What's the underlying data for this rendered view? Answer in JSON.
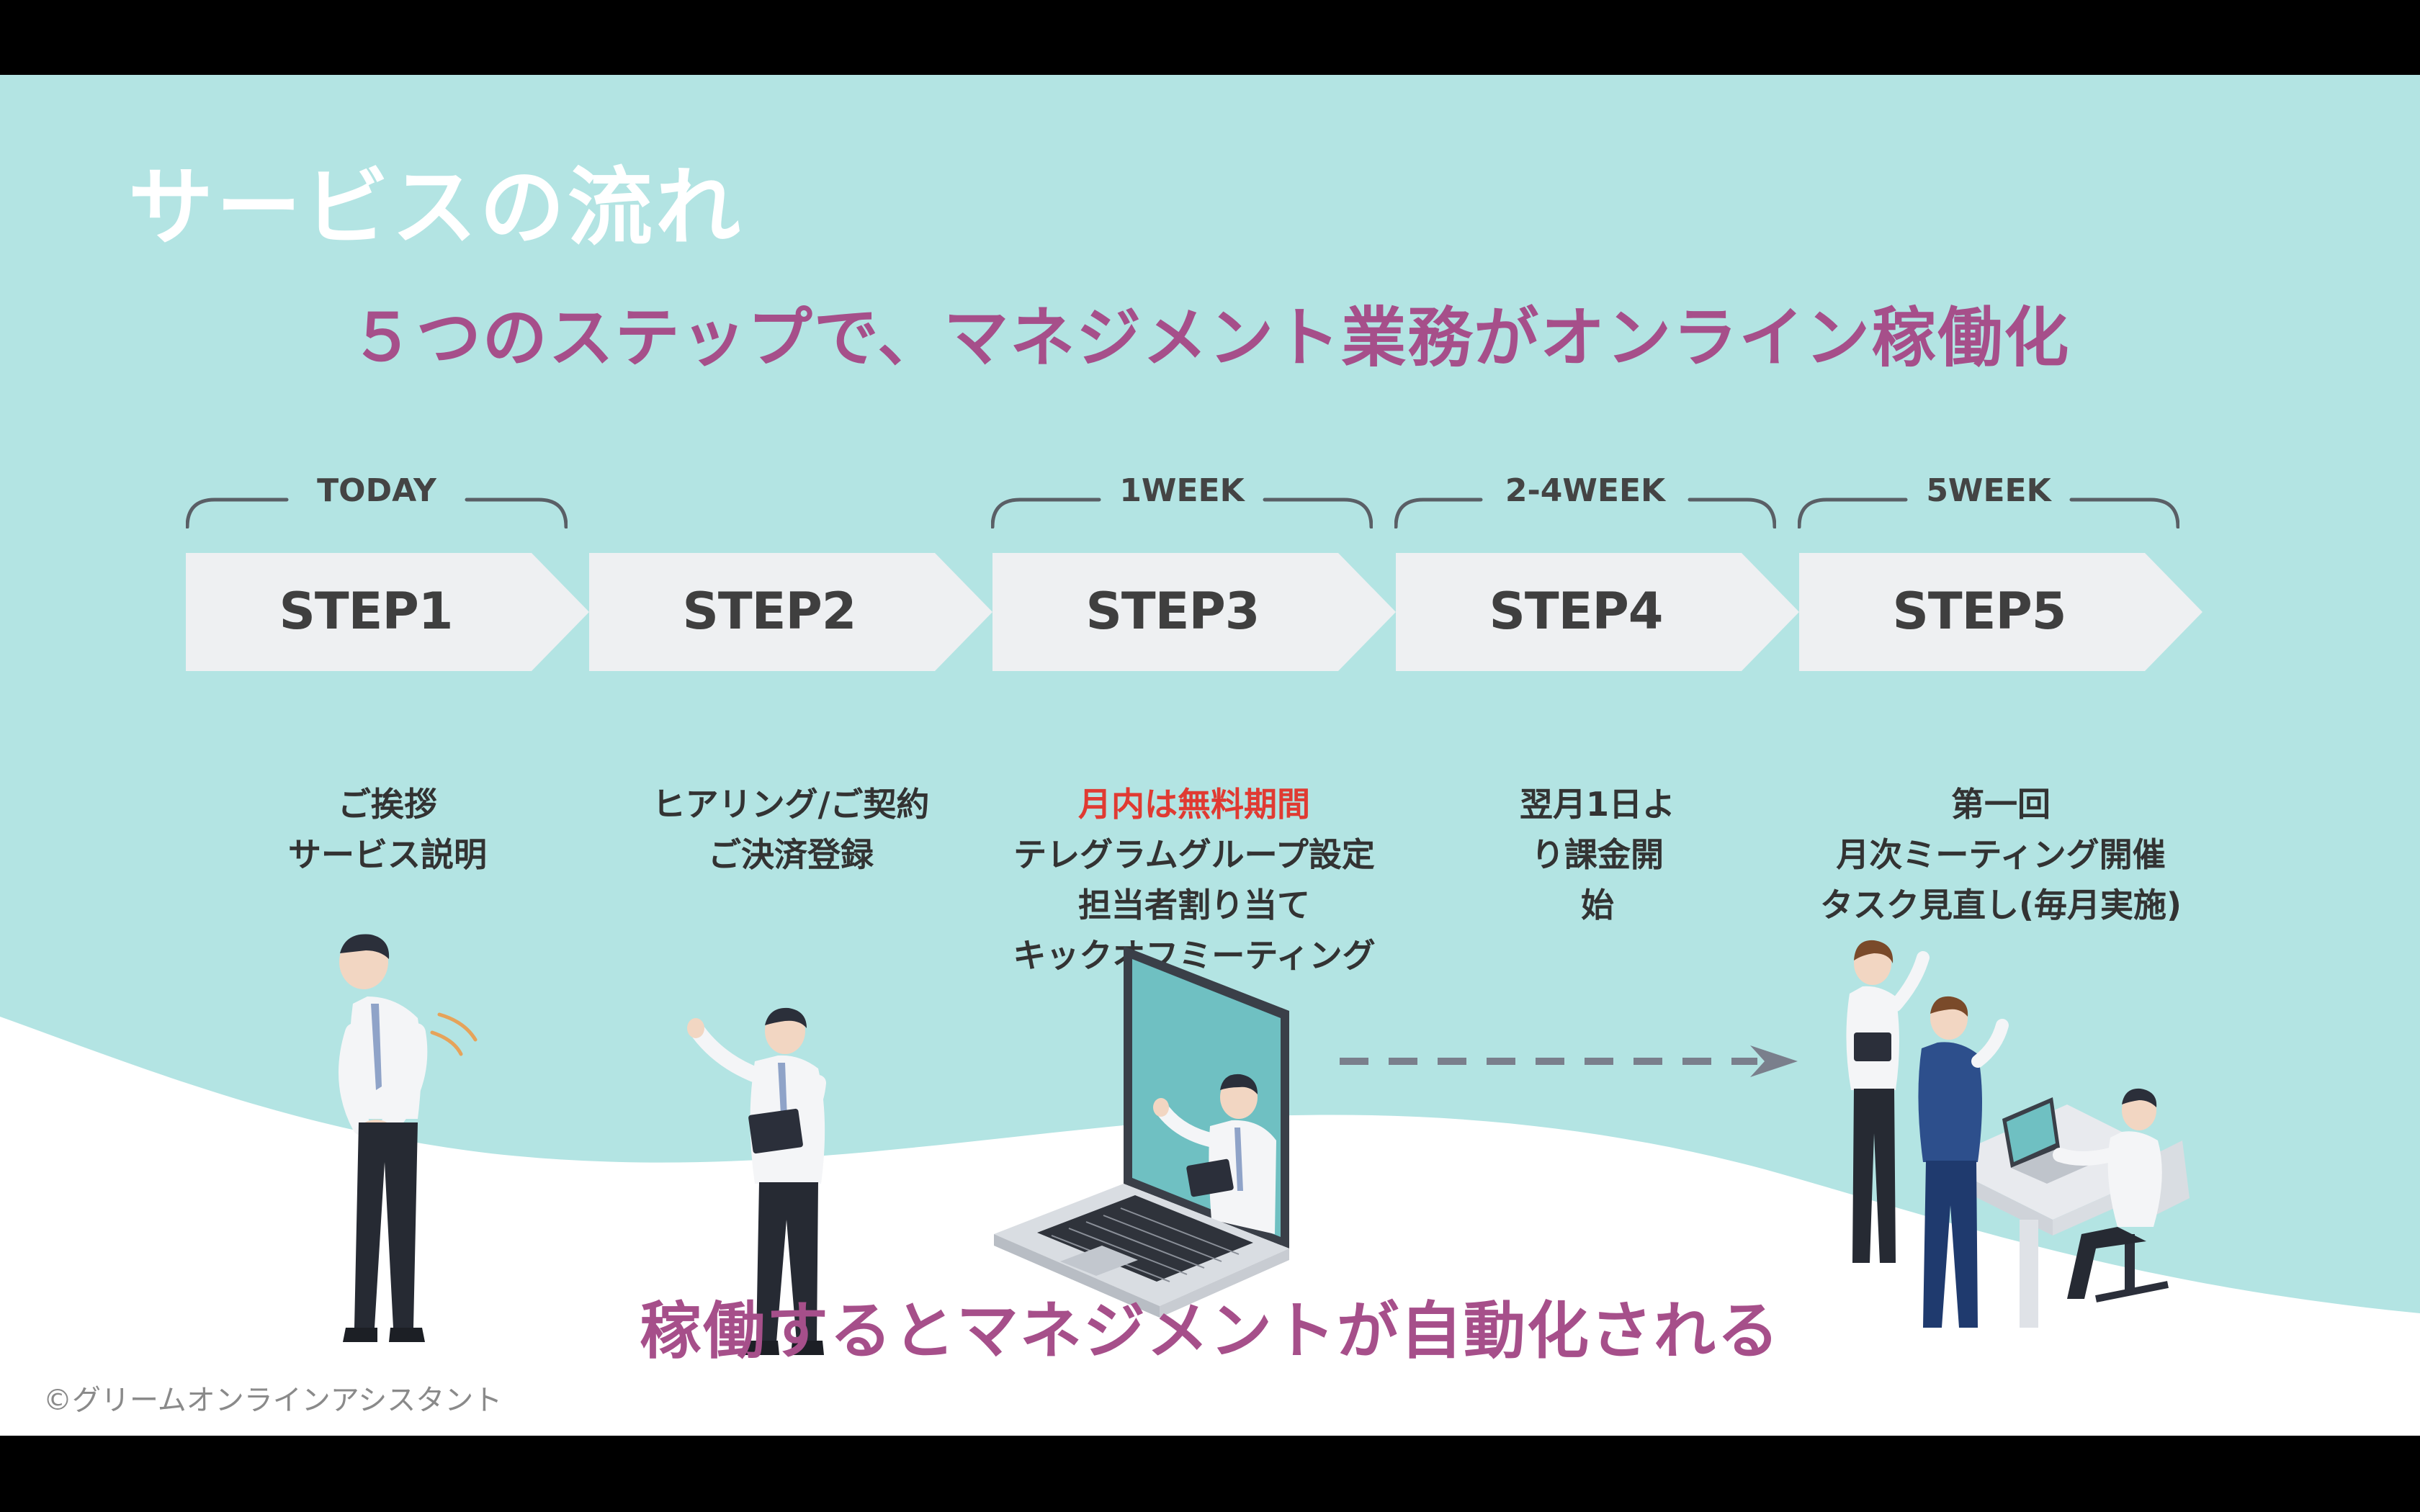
{
  "title": "サービスの流れ",
  "subtitle": "５つのステップで、マネジメント業務がオンライン稼働化",
  "timeline": [
    {
      "label": "TODAY"
    },
    {
      "label": "1WEEK"
    },
    {
      "label": "2-4WEEK"
    },
    {
      "label": "5WEEK"
    }
  ],
  "steps": [
    {
      "label": "STEP1",
      "lines": [
        "ご挨拶",
        "サービス説明"
      ]
    },
    {
      "label": "STEP2",
      "lines": [
        "ヒアリング/ご契約",
        "ご決済登録"
      ]
    },
    {
      "label": "STEP3",
      "highlight": "月内は無料期間",
      "lines": [
        "テレグラムグループ設定",
        "担当者割り当て",
        "キックオフミーティング"
      ]
    },
    {
      "label": "STEP4",
      "lines": [
        "翌月1日よ",
        "り課金開",
        "始"
      ]
    },
    {
      "label": "STEP5",
      "lines": [
        "第一回",
        "月次ミーティング開催",
        "タスク見直し(毎月実施)"
      ]
    }
  ],
  "bottom_message": "稼働するとマネジメントが自動化される",
  "copyright": "©グリームオンラインアシスタント",
  "colors": {
    "background": "#b3e4e3",
    "wave": "#ffffff",
    "accent_text": "#a64f8a",
    "highlight_text": "#e03a32",
    "step_fill": "#eef0f2",
    "step_text": "#3f3f3f",
    "dashed_arrow": "#7a7f8c"
  },
  "icons": [
    "bowing-businessman-icon",
    "presenting-businessman-icon",
    "laptop-video-call-icon",
    "dashed-arrow-icon",
    "office-meeting-icon"
  ]
}
